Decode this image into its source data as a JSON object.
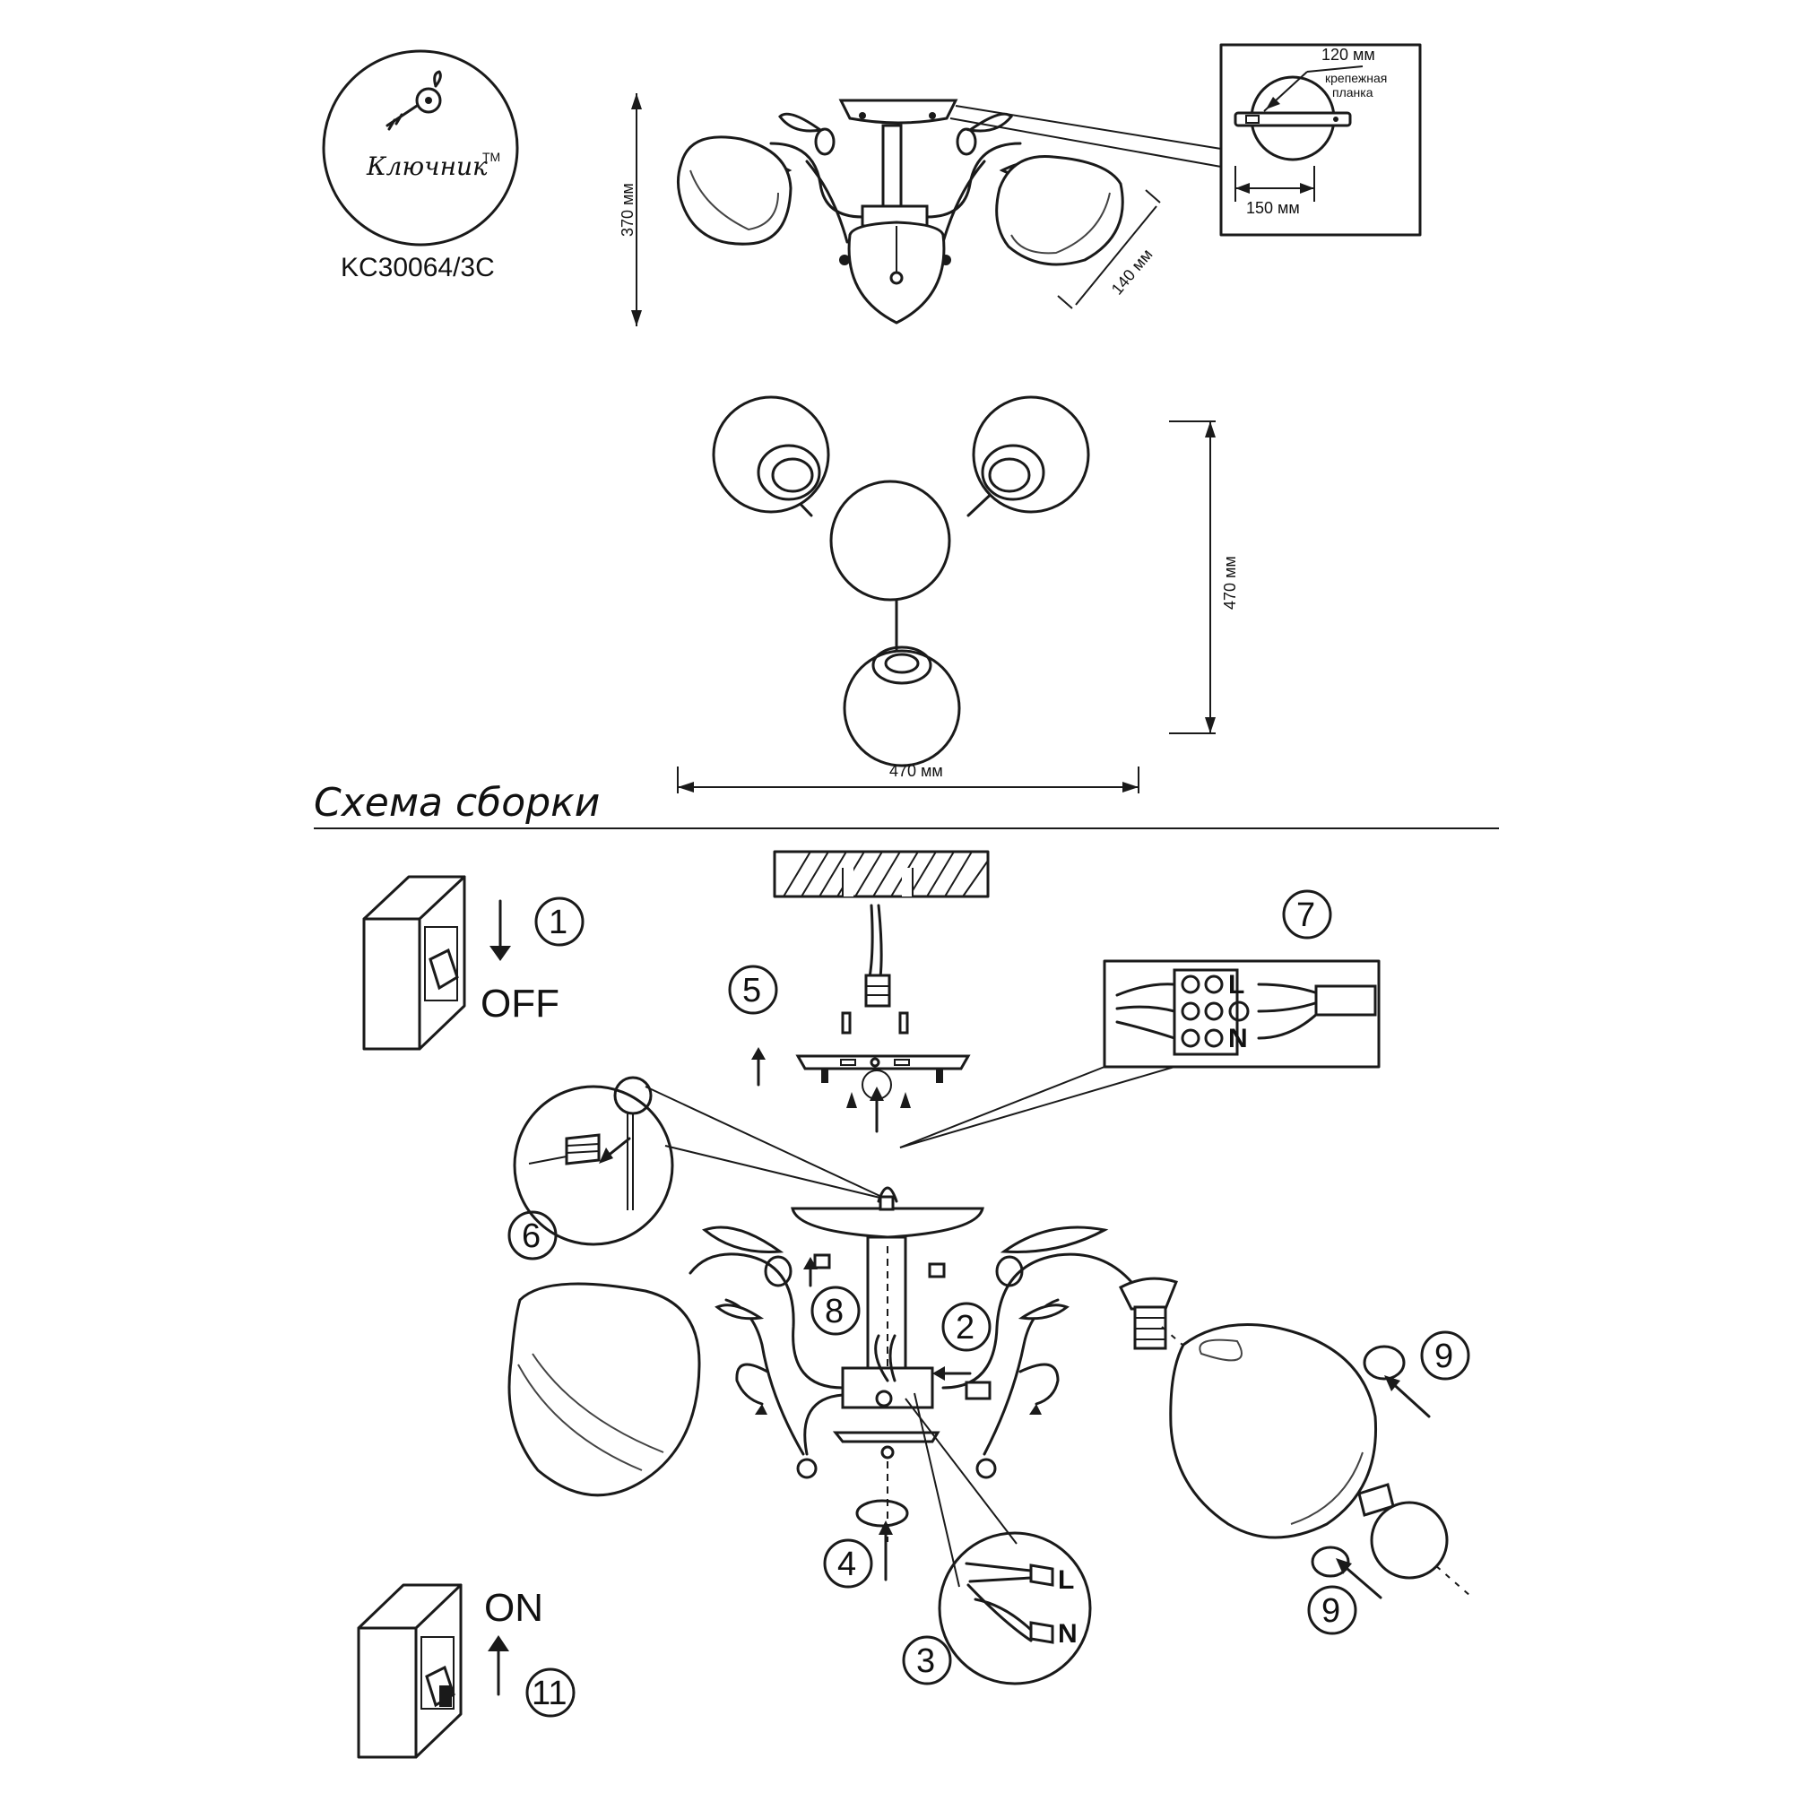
{
  "brand": {
    "name": "Ключник",
    "tm": "TM"
  },
  "model": "KC30064/3C",
  "dimensions": {
    "height": "370 мм",
    "shade": "140 мм",
    "plate_length": "120 мм",
    "plate_label_line1": "крепежная",
    "plate_label_line2": "планка",
    "plate_width": "150 мм",
    "depth": "470 мм",
    "width": "470 мм"
  },
  "assembly": {
    "title": "Схема сборки",
    "switch_off": "OFF",
    "switch_on": "ON",
    "terminal_l": "L",
    "terminal_n": "N",
    "steps": [
      "1",
      "2",
      "3",
      "4",
      "5",
      "6",
      "7",
      "8",
      "9",
      "9",
      "11"
    ]
  }
}
